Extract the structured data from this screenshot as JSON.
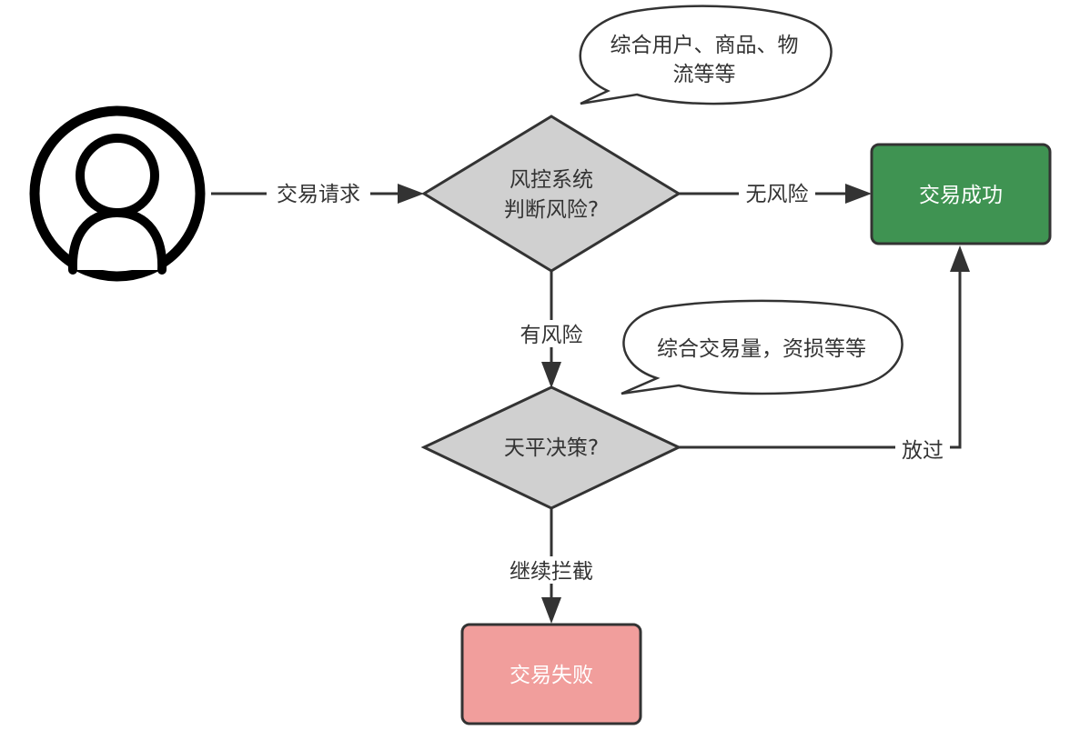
{
  "nodes": {
    "risk_decision": {
      "line1": "风控系统",
      "line2": "判断风险?"
    },
    "scale_decision": {
      "text": "天平决策?"
    },
    "success_box": {
      "text": "交易成功",
      "fill": "#3f9352"
    },
    "fail_box": {
      "text": "交易失败",
      "fill": "#f19e9c"
    }
  },
  "edges": {
    "request": "交易请求",
    "no_risk": "无风险",
    "has_risk": "有风险",
    "pass": "放过",
    "continue_block": "继续拦截"
  },
  "callouts": {
    "top": {
      "line1": "综合用户、商品、物",
      "line2": "流等等"
    },
    "middle": {
      "text": "综合交易量，资损等等"
    }
  },
  "colors": {
    "diamond_fill": "#d0d0d0",
    "stroke": "#333333"
  },
  "icons": {
    "user": "user-circle-icon"
  }
}
